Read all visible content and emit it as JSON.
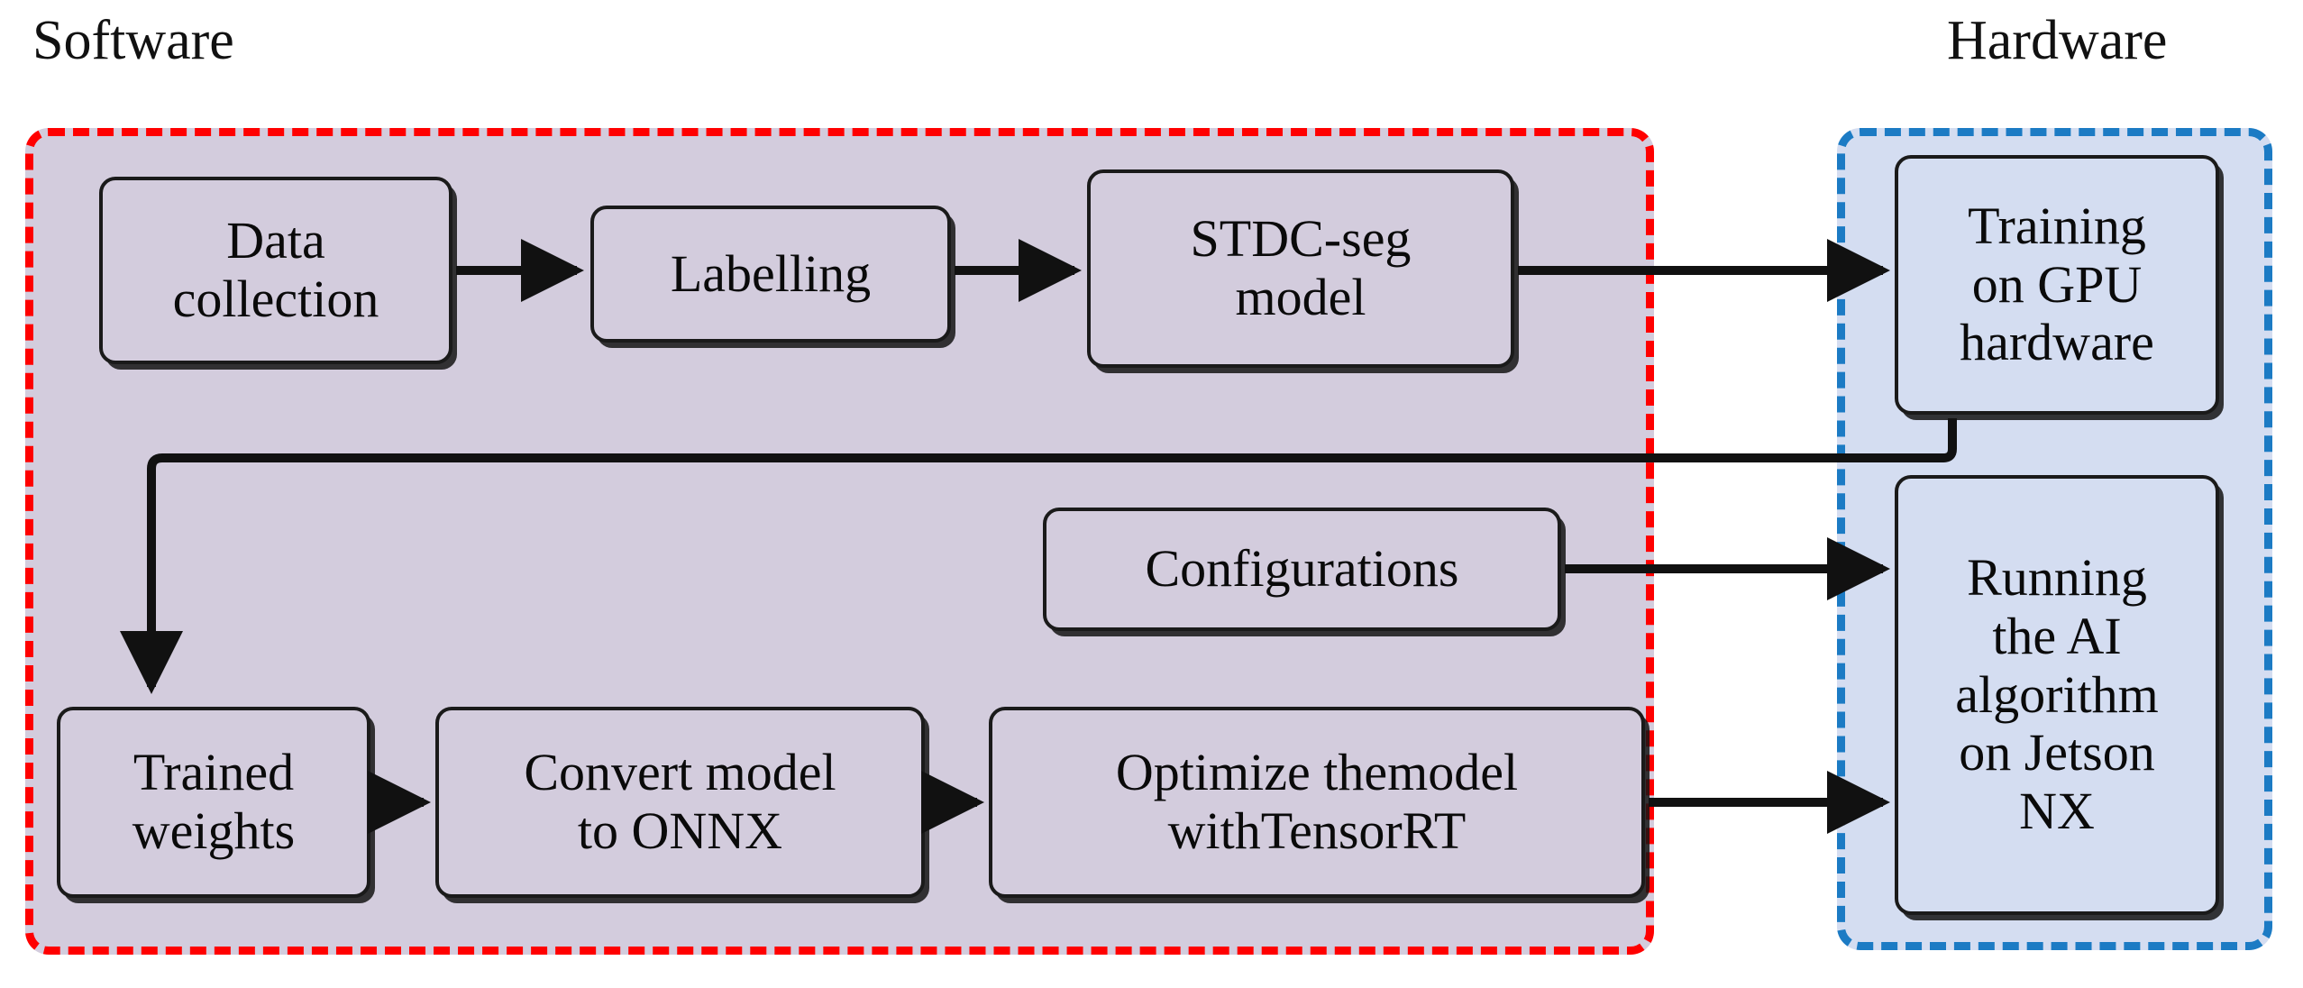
{
  "diagram": {
    "title_software": "Software",
    "title_hardware": "Hardware",
    "colors": {
      "software_fill": "#d3ccdd",
      "software_border": "#ff0000",
      "hardware_fill": "#d4ddf1",
      "hardware_border": "#1c7bc4",
      "node_border": "#1a1a1a",
      "connector": "#111111"
    },
    "nodes": [
      {
        "id": "data-collection",
        "label": "Data\ncollection",
        "group": "software"
      },
      {
        "id": "labelling",
        "label": "Labelling",
        "group": "software"
      },
      {
        "id": "stdc-seg-model",
        "label": "STDC-seg\nmodel",
        "group": "software"
      },
      {
        "id": "configurations",
        "label": "Configurations",
        "group": "software"
      },
      {
        "id": "trained-weights",
        "label": "Trained\nweights",
        "group": "software"
      },
      {
        "id": "convert-onnx",
        "label": "Convert model\nto ONNX",
        "group": "software"
      },
      {
        "id": "optimize-tensorrt",
        "label": "Optimize themodel\nwithTensorRT",
        "group": "software"
      },
      {
        "id": "training-gpu",
        "label": "Training\non GPU\nhardware",
        "group": "hardware"
      },
      {
        "id": "running-jetson",
        "label": "Running\nthe AI\nalgorithm\non  Jetson\nNX",
        "group": "hardware"
      }
    ],
    "edges": [
      {
        "from": "data-collection",
        "to": "labelling",
        "style": "straight-arrow"
      },
      {
        "from": "labelling",
        "to": "stdc-seg-model",
        "style": "straight-arrow"
      },
      {
        "from": "stdc-seg-model",
        "to": "training-gpu",
        "style": "straight-arrow"
      },
      {
        "from": "training-gpu",
        "to": "trained-weights",
        "style": "elbow-feedback-arrow"
      },
      {
        "from": "configurations",
        "to": "running-jetson",
        "style": "straight-arrow"
      },
      {
        "from": "trained-weights",
        "to": "convert-onnx",
        "style": "straight-arrow"
      },
      {
        "from": "convert-onnx",
        "to": "optimize-tensorrt",
        "style": "straight-arrow"
      },
      {
        "from": "optimize-tensorrt",
        "to": "running-jetson",
        "style": "straight-arrow"
      }
    ]
  }
}
